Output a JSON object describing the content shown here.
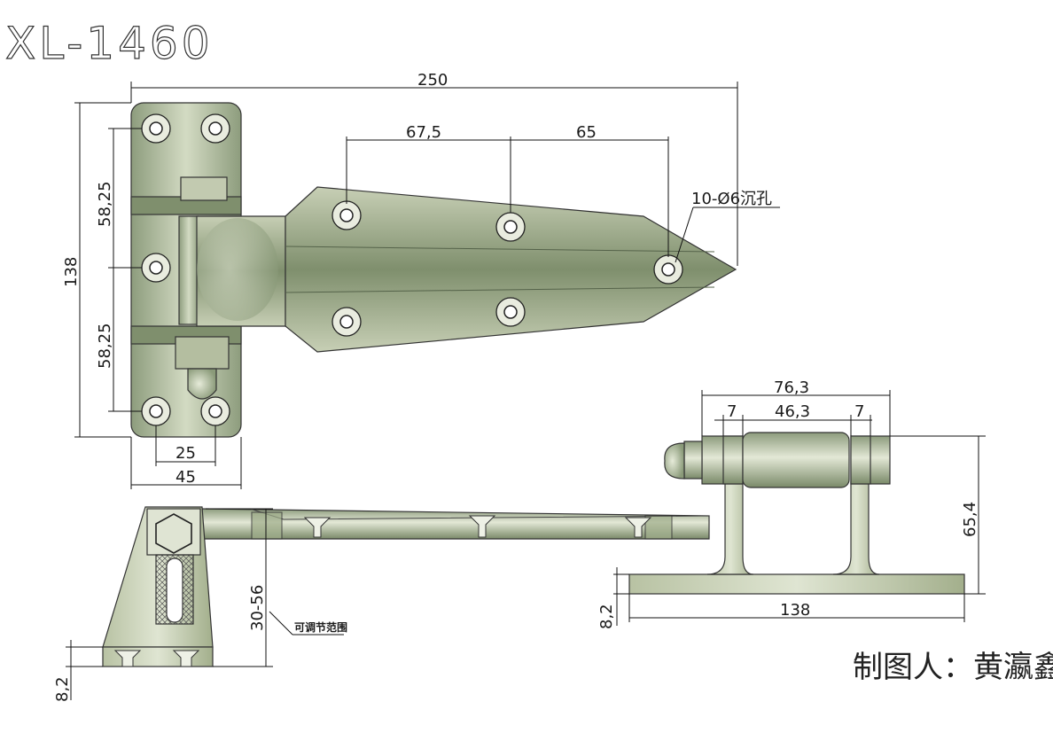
{
  "title": "XL-1460",
  "author": "制图人：黄瀛鑫",
  "colors": {
    "metal_light": "#c9d1b8",
    "metal_mid": "#9aa98a",
    "metal_dark": "#6f7f5e",
    "line": "#111111"
  },
  "dimensions": {
    "overall_length": "250",
    "hole_spacing_1": "67,5",
    "hole_spacing_2": "65",
    "hole_note": "10-Ø6沉孔",
    "height_total": "138",
    "upper_spacing": "58,25",
    "lower_spacing": "58,25",
    "hole_pitch_x": "25",
    "base_width": "45",
    "side_width_total": "76,3",
    "side_inner": "46,3",
    "side_left_gap": "7",
    "side_right_gap": "7",
    "side_height": "65,4",
    "side_thickness": "8,2",
    "side_base_length": "138",
    "adjust_range": "30-56",
    "adjust_note": "可调节范围",
    "bottom_thickness": "8,2"
  }
}
